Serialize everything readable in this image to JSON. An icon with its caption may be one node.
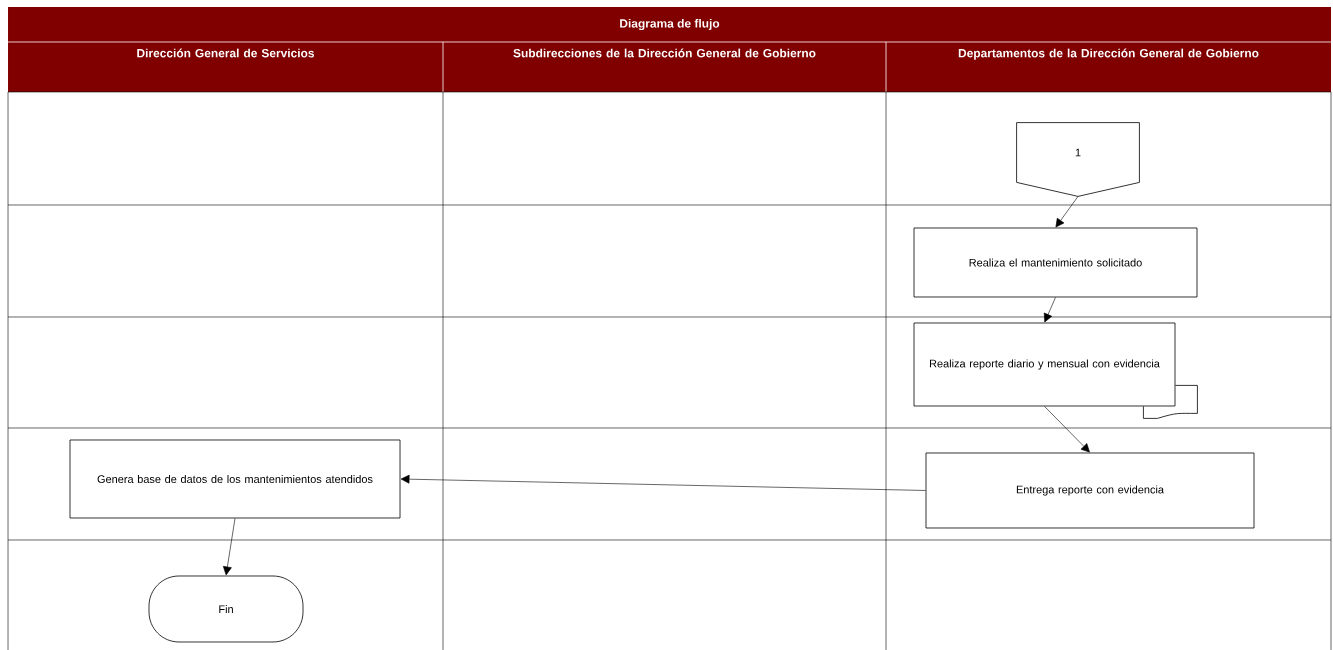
{
  "diagram": {
    "title": "Diagrama de flujo",
    "nodes": [
      {
        "text": [
          "1"
        ]
      },
      {
        "text": [
          "Realiza el mantenimiento solicitado"
        ]
      },
      {
        "text": [
          "Realiza reporte diario y mensual con evidencia"
        ]
      },
      {
        "text": [
          "Entrega reporte con evidencia"
        ]
      },
      {
        "text": [
          "Genera base de datos de los mantenimientos atendidos"
        ]
      },
      {
        "text": [
          "Fin"
        ]
      }
    ],
    "edges": [
      {
        "from": 0,
        "to": 1,
        "arrow": "to"
      },
      {
        "from": 1,
        "to": 2,
        "arrow": "to"
      },
      {
        "from": 2,
        "to": 3,
        "arrow": "to"
      },
      {
        "from": 3,
        "to": 4,
        "arrow": "to"
      },
      {
        "from": 4,
        "to": 5,
        "arrow": "to"
      }
    ],
    "labels": [
      "Dirección General de Servicios",
      "Subdirecciones de la Dirección General de Gobierno",
      "Departamentos de la Dirección General de Gobierno"
    ]
  }
}
